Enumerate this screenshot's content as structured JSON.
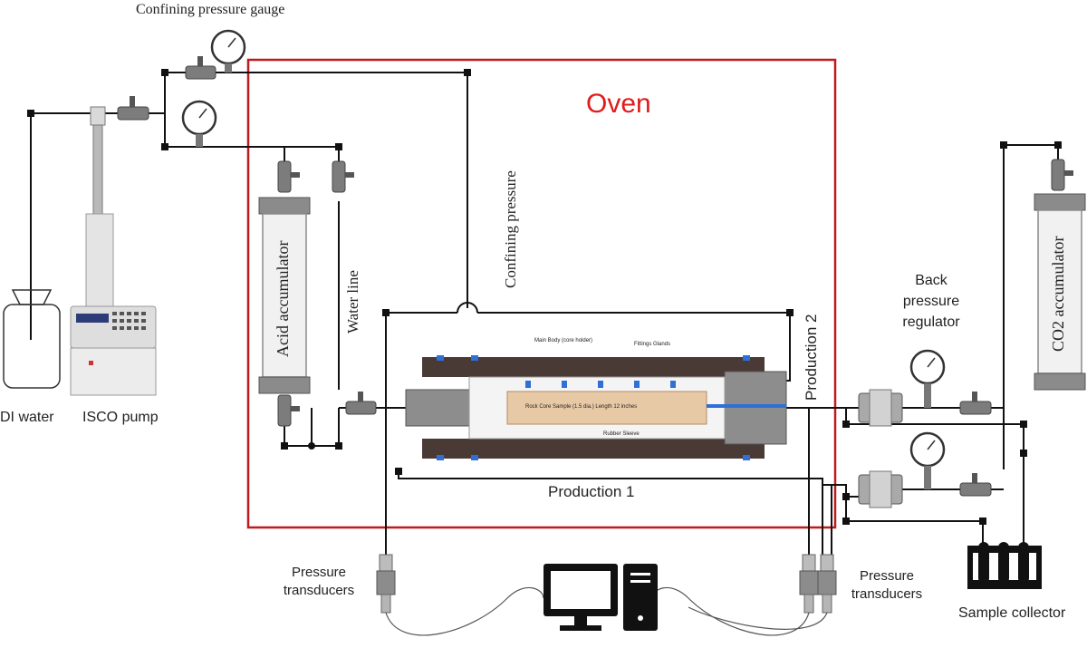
{
  "labels": {
    "oven": "Oven",
    "confining_gauge": "Confining pressure gauge",
    "confining_pressure": "Confining pressure",
    "water_line": "Water line",
    "acid_accumulator": "Acid accumulator",
    "co2_accumulator": "CO2 accumulator",
    "back_pressure_regulator": [
      "Back",
      "pressure",
      "regulator"
    ],
    "production_1": "Production 1",
    "production_2": "Production 2",
    "pressure_transducers_left": [
      "Pressure",
      "transducers"
    ],
    "pressure_transducers_right": [
      "Pressure",
      "transducers"
    ],
    "di_water": "DI water",
    "isco_pump": "ISCO pump",
    "sample_collector": "Sample collector"
  },
  "core_holder": {
    "main_body": "Main Body (core holder)",
    "fitting_glands": "Fittings Glands",
    "rock_core": "Rock Core Sample (1.5 dia.) Length 12 inches",
    "rubber_sleeve": "Rubber Sleeve"
  },
  "colors": {
    "oven_border": "#c0191e",
    "oven_text": "#e01b1b",
    "core_body": "#4a3a36",
    "rock_core": "#e8c9a6",
    "fittings": "#2e6fd8"
  }
}
